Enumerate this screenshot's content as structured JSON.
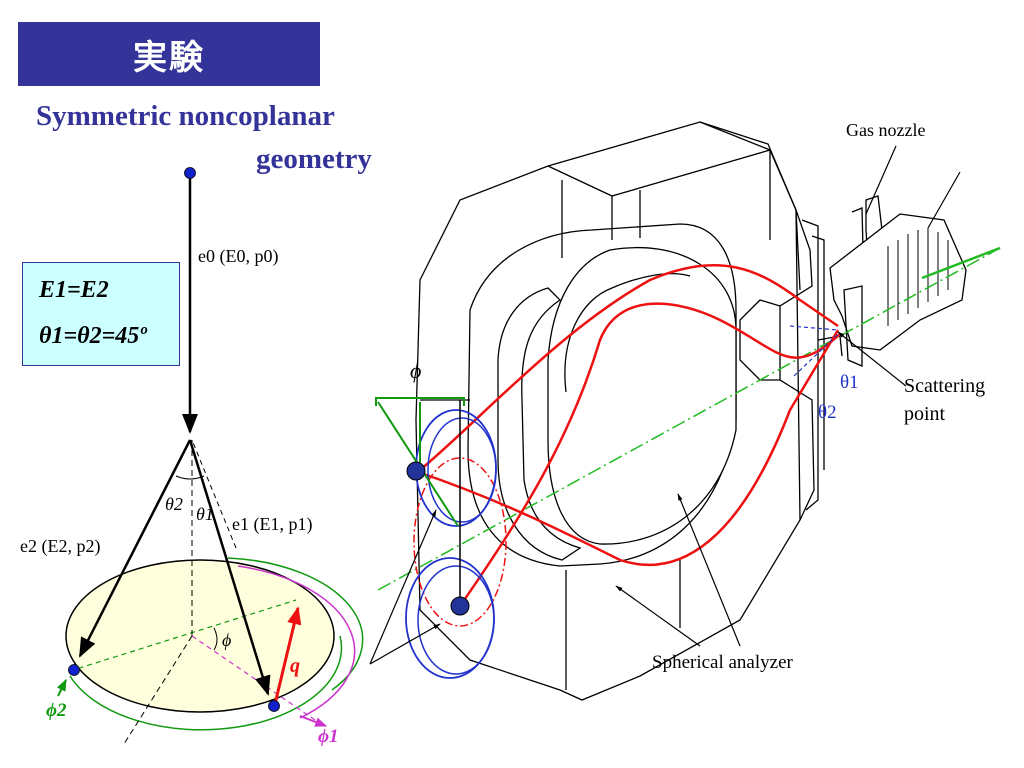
{
  "slide": {
    "title": "実験",
    "subtitle_line1": "Symmetric noncoplanar",
    "subtitle_line2": "geometry"
  },
  "conditions": {
    "energy": "E1=E2",
    "angles": "θ1=θ2=45º"
  },
  "left_diagram": {
    "incident": "e0 (E0, p0)",
    "outgoing1": "e1 (E1, p1)",
    "outgoing2": "e2 (E2, p2)",
    "theta1": "θ1",
    "theta2": "θ2",
    "phi": "ϕ",
    "phi1": "ϕ1",
    "phi2": "ϕ2",
    "q": "q"
  },
  "right_diagram": {
    "phi": "ϕ",
    "gas_nozzle": "Gas nozzle",
    "scattering_point_line1": "Scattering",
    "scattering_point_line2": "point",
    "theta1": "θ1",
    "theta2": "θ2",
    "analyzer": "Spherical analyzer"
  },
  "colors": {
    "title_bg": "#333399",
    "box_bg": "#ccffff",
    "disc_fill": "#ffffdd",
    "red": "#ee1111",
    "green": "#119911",
    "blue": "#2233cc",
    "magenta": "#cc33cc"
  }
}
